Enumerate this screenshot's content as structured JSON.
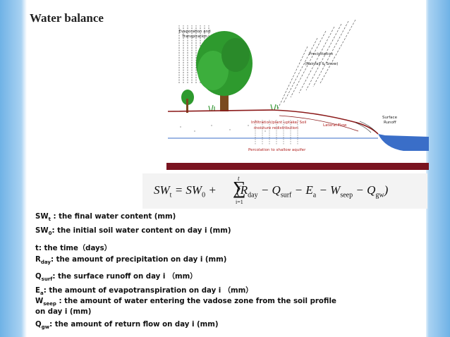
{
  "title": "Water balance",
  "diagram": {
    "labels": {
      "evaporation": "Evaporation and Transpiration",
      "precipitation_1": "Precipitation",
      "precipitation_2": "(Rainfall & Snow)",
      "infiltration_1": "Infiltration/plant uptake/ Soil",
      "infiltration_2": "moisture redistribution",
      "lateral_flow": "Lateral Flow",
      "surface_runoff_1": "Surface",
      "surface_runoff_2": "Runoff",
      "percolation": "Percolation to shallow aquifer"
    },
    "colors": {
      "tree": "#2e9a2e",
      "trunk": "#7a4a1e",
      "ground_line": "#8b1a1a",
      "water": "#3a6ec8",
      "bedrock": "#7a1420"
    }
  },
  "equation": {
    "lhs": "SW",
    "lhs_sub": "t",
    "eq": " = SW",
    "sw0_sub": "0",
    "plus": " + ",
    "sum_upper": "t",
    "sum_lower": "i=1",
    "open": "(R",
    "rday_sub": "day",
    "m1": " − Q",
    "qsurf_sub": "surf",
    "m2": " − E",
    "ea_sub": "a",
    "m3": " − W",
    "wseep_sub": "seep",
    "m4": " − Q",
    "qgw_sub": "gw",
    "close": ")"
  },
  "definitions": [
    {
      "sym": "SW",
      "sub": "t",
      "text": " : the final water content (mm)"
    },
    {
      "sym": "SW",
      "sub": "0",
      "text": ": the initial soil water content on day i (mm)"
    },
    {
      "sym": "t",
      "sub": "",
      "text": ": the time（days）"
    },
    {
      "sym": "R",
      "sub": "day",
      "text": ": the amount of precipitation on day i (mm)"
    },
    {
      "sym": "Q",
      "sub": "surf",
      "text": ": the surface runoff on day i （mm）"
    },
    {
      "sym": "E",
      "sub": "a",
      "text": ": the amount of evapotranspiration on day i （mm）"
    },
    {
      "sym": "W",
      "sub": "seep",
      "text": " : the amount of water entering the vadose zone from the soil profile on day i (mm)"
    },
    {
      "sym": "Q",
      "sub": "gw",
      "text": ": the amount of return flow on day i (mm)"
    }
  ]
}
